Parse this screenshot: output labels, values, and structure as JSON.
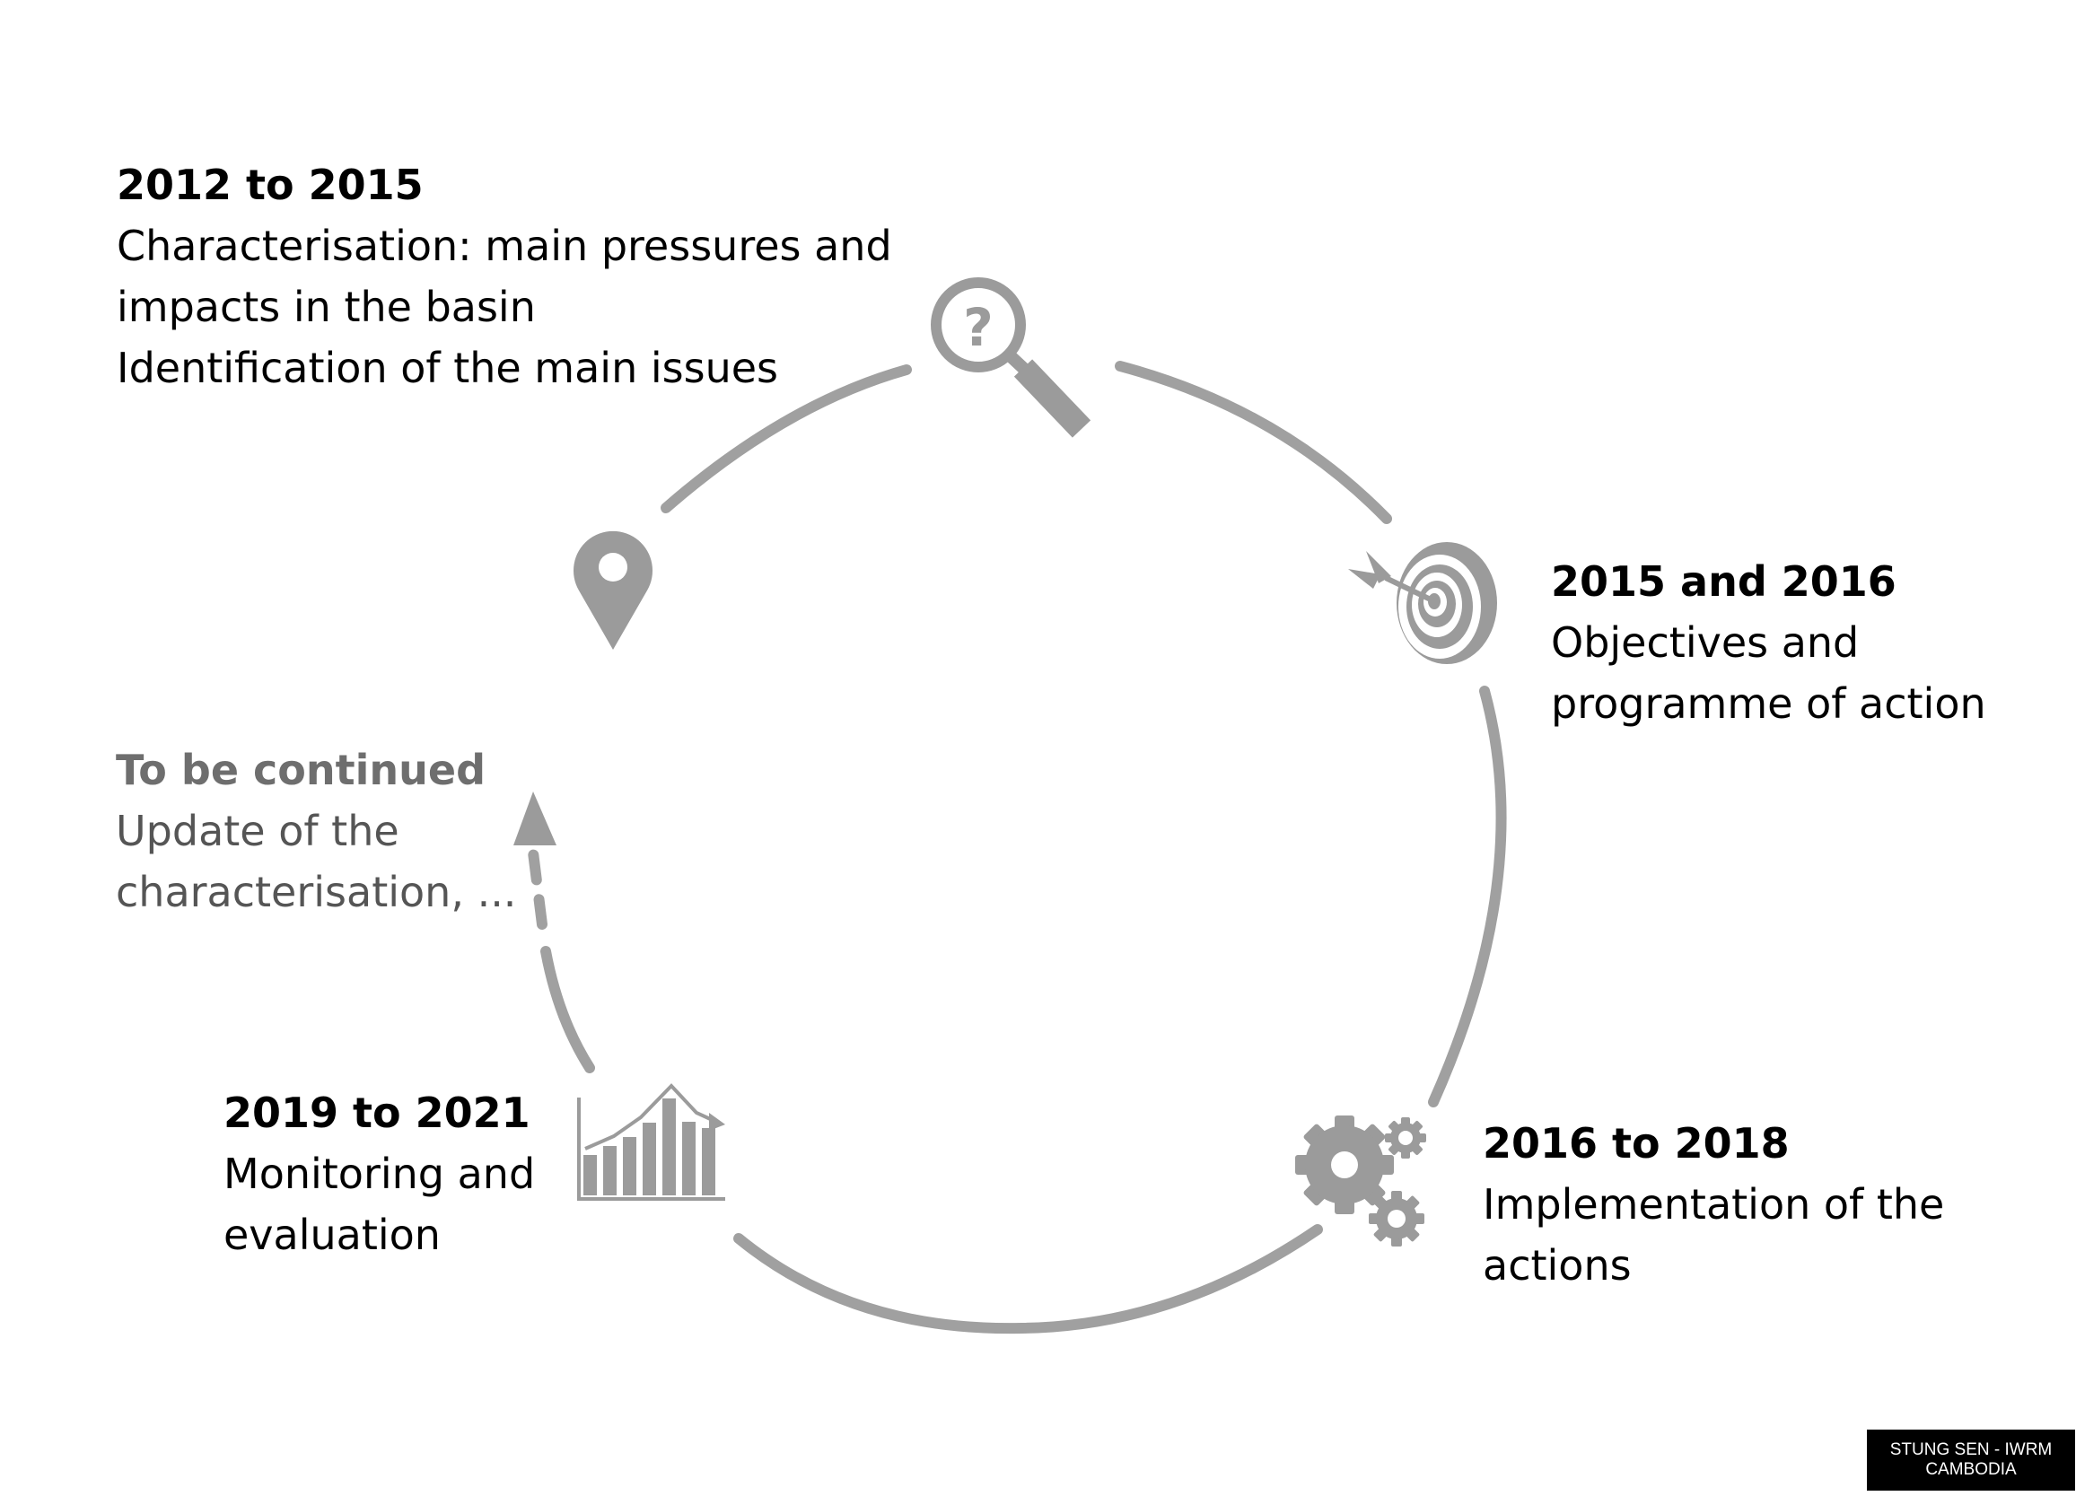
{
  "colors": {
    "arc": "#a0a0a0",
    "icon": "#9b9b9b",
    "text": "#000000",
    "muted_text": "#555555",
    "badge_bg": "#000000",
    "badge_text": "#ffffff"
  },
  "stages": [
    {
      "period": "2012 to 2015",
      "lines": [
        "Characterisation: main pressures and",
        "impacts in the basin",
        "Identification of the main issues"
      ],
      "icon": "magnifier-question-icon"
    },
    {
      "period": "2015 and 2016",
      "lines": [
        "Objectives and",
        "programme of action"
      ],
      "icon": "target-icon"
    },
    {
      "period": "2016 to 2018",
      "lines": [
        "Implementation of the",
        "actions"
      ],
      "icon": "gears-icon"
    },
    {
      "period": "2019 to 2021",
      "lines": [
        "Monitoring and",
        "evaluation"
      ],
      "icon": "bar-chart-icon"
    },
    {
      "period": "To be continued",
      "lines": [
        "Update of the",
        "characterisation, ..."
      ],
      "icon": "arrow-up-icon"
    }
  ],
  "map_marker_icon": "map-pin-icon",
  "badge": {
    "line1": "STUNG SEN - IWRM",
    "line2": "CAMBODIA"
  }
}
